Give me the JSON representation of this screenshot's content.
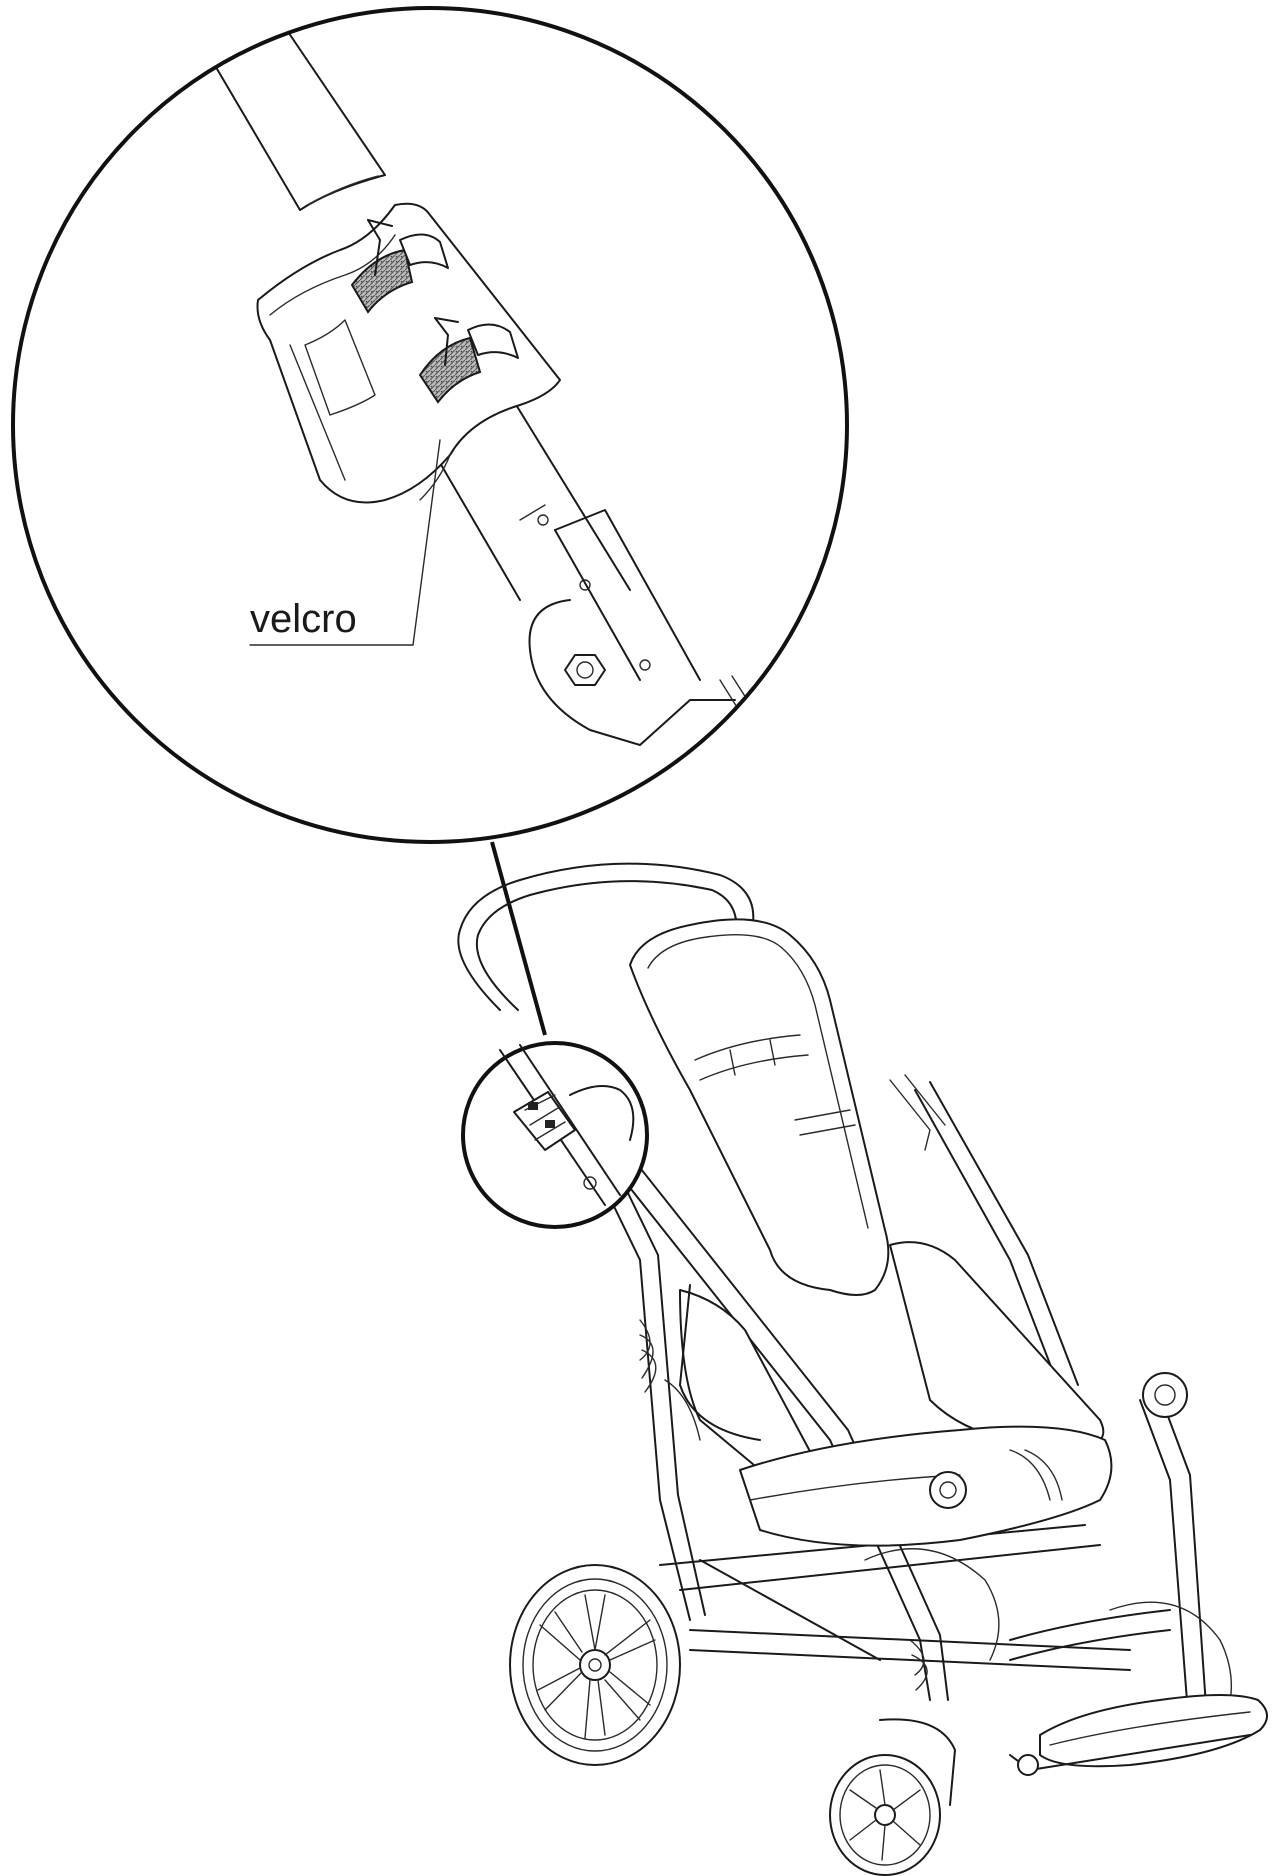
{
  "diagram": {
    "callout_label": "velcro",
    "colors": {
      "line": "#1a1a1a",
      "background": "#ffffff",
      "velcro_fill": "#9a9a9a"
    },
    "parts": [
      "detail-magnifier-circle",
      "velcro-straps",
      "push-handle-tube",
      "small-detail-circle",
      "pushchair-frame",
      "seat-unit",
      "rear-wheel",
      "front-wheel",
      "footrest"
    ]
  }
}
